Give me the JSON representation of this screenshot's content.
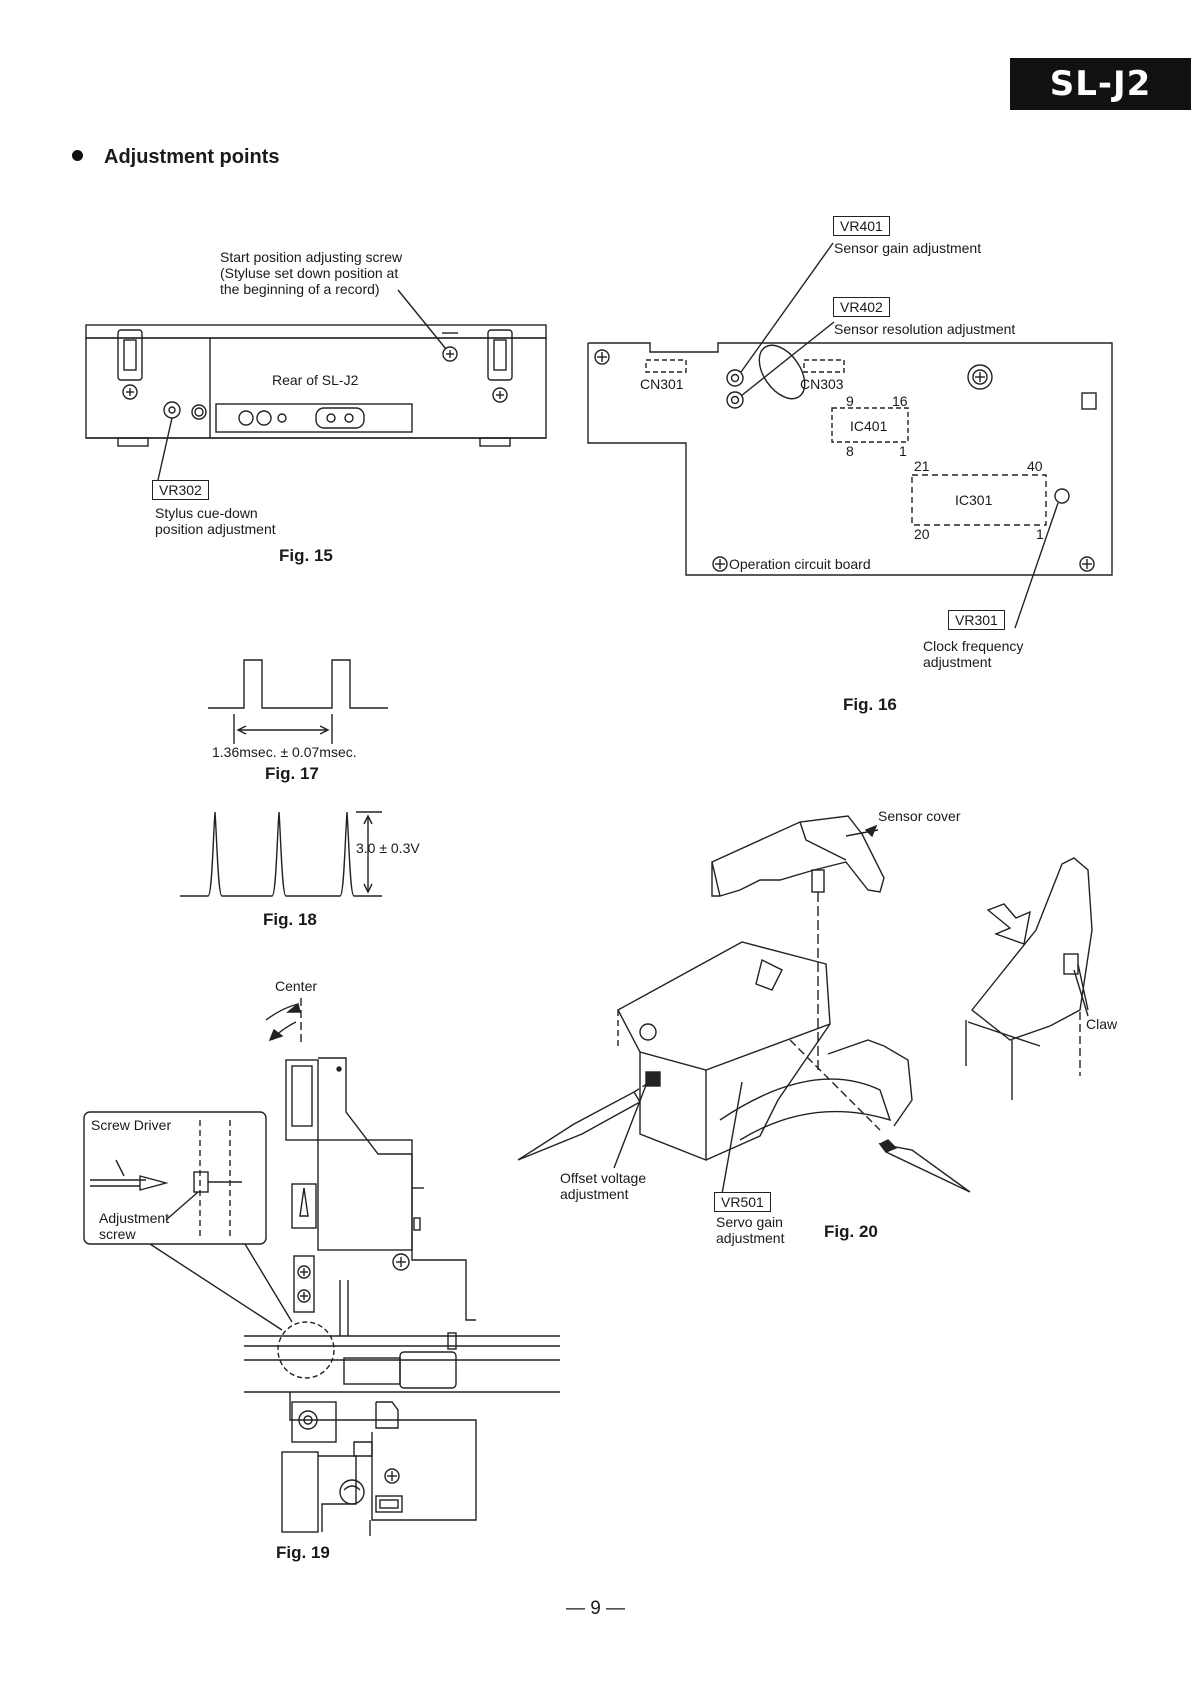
{
  "header": {
    "model_badge": "SL-J2",
    "section_title": "Adjustment points"
  },
  "fig15": {
    "caption": "Fig. 15",
    "screw_note": "Start position adjusting screw\n(Styluse set down position at\nthe beginning of a record)",
    "rear_label": "Rear of SL-J2",
    "vr_label": "VR302",
    "vr_desc": "Stylus cue-down\nposition adjustment"
  },
  "fig16": {
    "caption": "Fig. 16",
    "vr401": "VR401",
    "vr401_desc": "Sensor gain adjustment",
    "vr402": "VR402",
    "vr402_desc": "Sensor resolution adjustment",
    "cn301": "CN301",
    "cn303": "CN303",
    "ic401": "IC401",
    "ic401_pins": [
      "9",
      "16",
      "8",
      "1"
    ],
    "ic301": "IC301",
    "ic301_pins": [
      "21",
      "40",
      "20",
      "1"
    ],
    "board_label": "Operation circuit board",
    "vr301": "VR301",
    "vr301_desc": "Clock frequency\nadjustment"
  },
  "fig17": {
    "caption": "Fig. 17",
    "period_label": "1.36msec. ± 0.07msec."
  },
  "fig18": {
    "caption": "Fig. 18",
    "amplitude_label": "3.0 ± 0.3V"
  },
  "fig19": {
    "caption": "Fig. 19",
    "center_label": "Center",
    "screwdriver_label": "Screw Driver",
    "adjust_screw_label": "Adjustment\nscrew"
  },
  "fig20": {
    "caption": "Fig. 20",
    "sensor_cover": "Sensor cover",
    "claw": "Claw",
    "offset_label": "Offset voltage\nadjustment",
    "vr501": "VR501",
    "vr501_desc": "Servo gain\nadjustment"
  },
  "footer": {
    "page_number": "— 9 —"
  }
}
